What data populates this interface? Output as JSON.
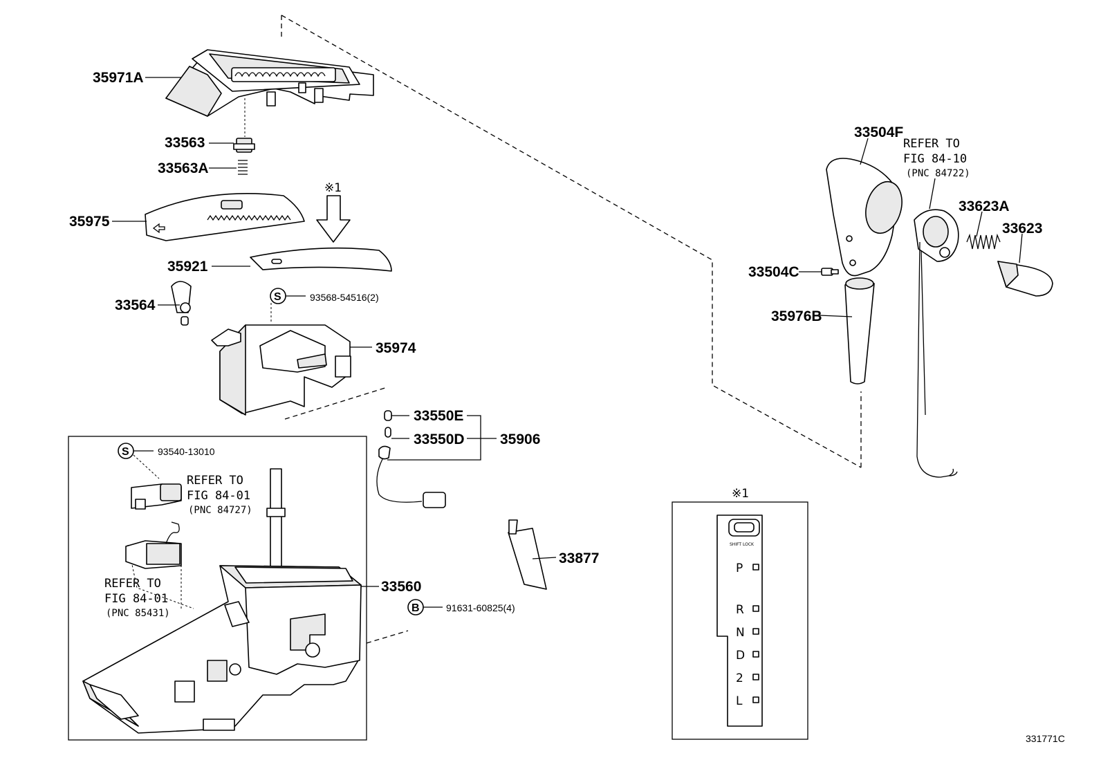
{
  "parts": {
    "p35971A": "35971A",
    "p33563": "33563",
    "p33563A": "33563A",
    "p35975": "35975",
    "p35921": "35921",
    "p33564": "33564",
    "p35974": "35974",
    "p33550E": "33550E",
    "p33550D": "33550D",
    "p35906": "35906",
    "p33560": "33560",
    "p33877": "33877",
    "p33504F": "33504F",
    "p33504C": "33504C",
    "p35976B": "35976B",
    "p33623A": "33623A",
    "p33623": "33623"
  },
  "standard_parts": {
    "s_93568": "93568-54516(2)",
    "s_93540": "93540-13010",
    "b_91631": "91631-60825(4)",
    "s_symbol": "S",
    "b_symbol": "B"
  },
  "references": {
    "refer_to": "REFER TO",
    "fig_84_10": "FIG 84-10",
    "pnc_84722": "(PNC 84722)",
    "fig_84_01": "FIG 84-01",
    "pnc_84727": "(PNC 84727)",
    "pnc_85431": "(PNC 85431)"
  },
  "note_marker": "※1",
  "detail_view": {
    "marker": "※1",
    "shift_lock_label": "SHIFT LOCK",
    "gear_positions": [
      "P",
      "R",
      "N",
      "D",
      "2",
      "L"
    ]
  },
  "diagram_code": "331771C"
}
